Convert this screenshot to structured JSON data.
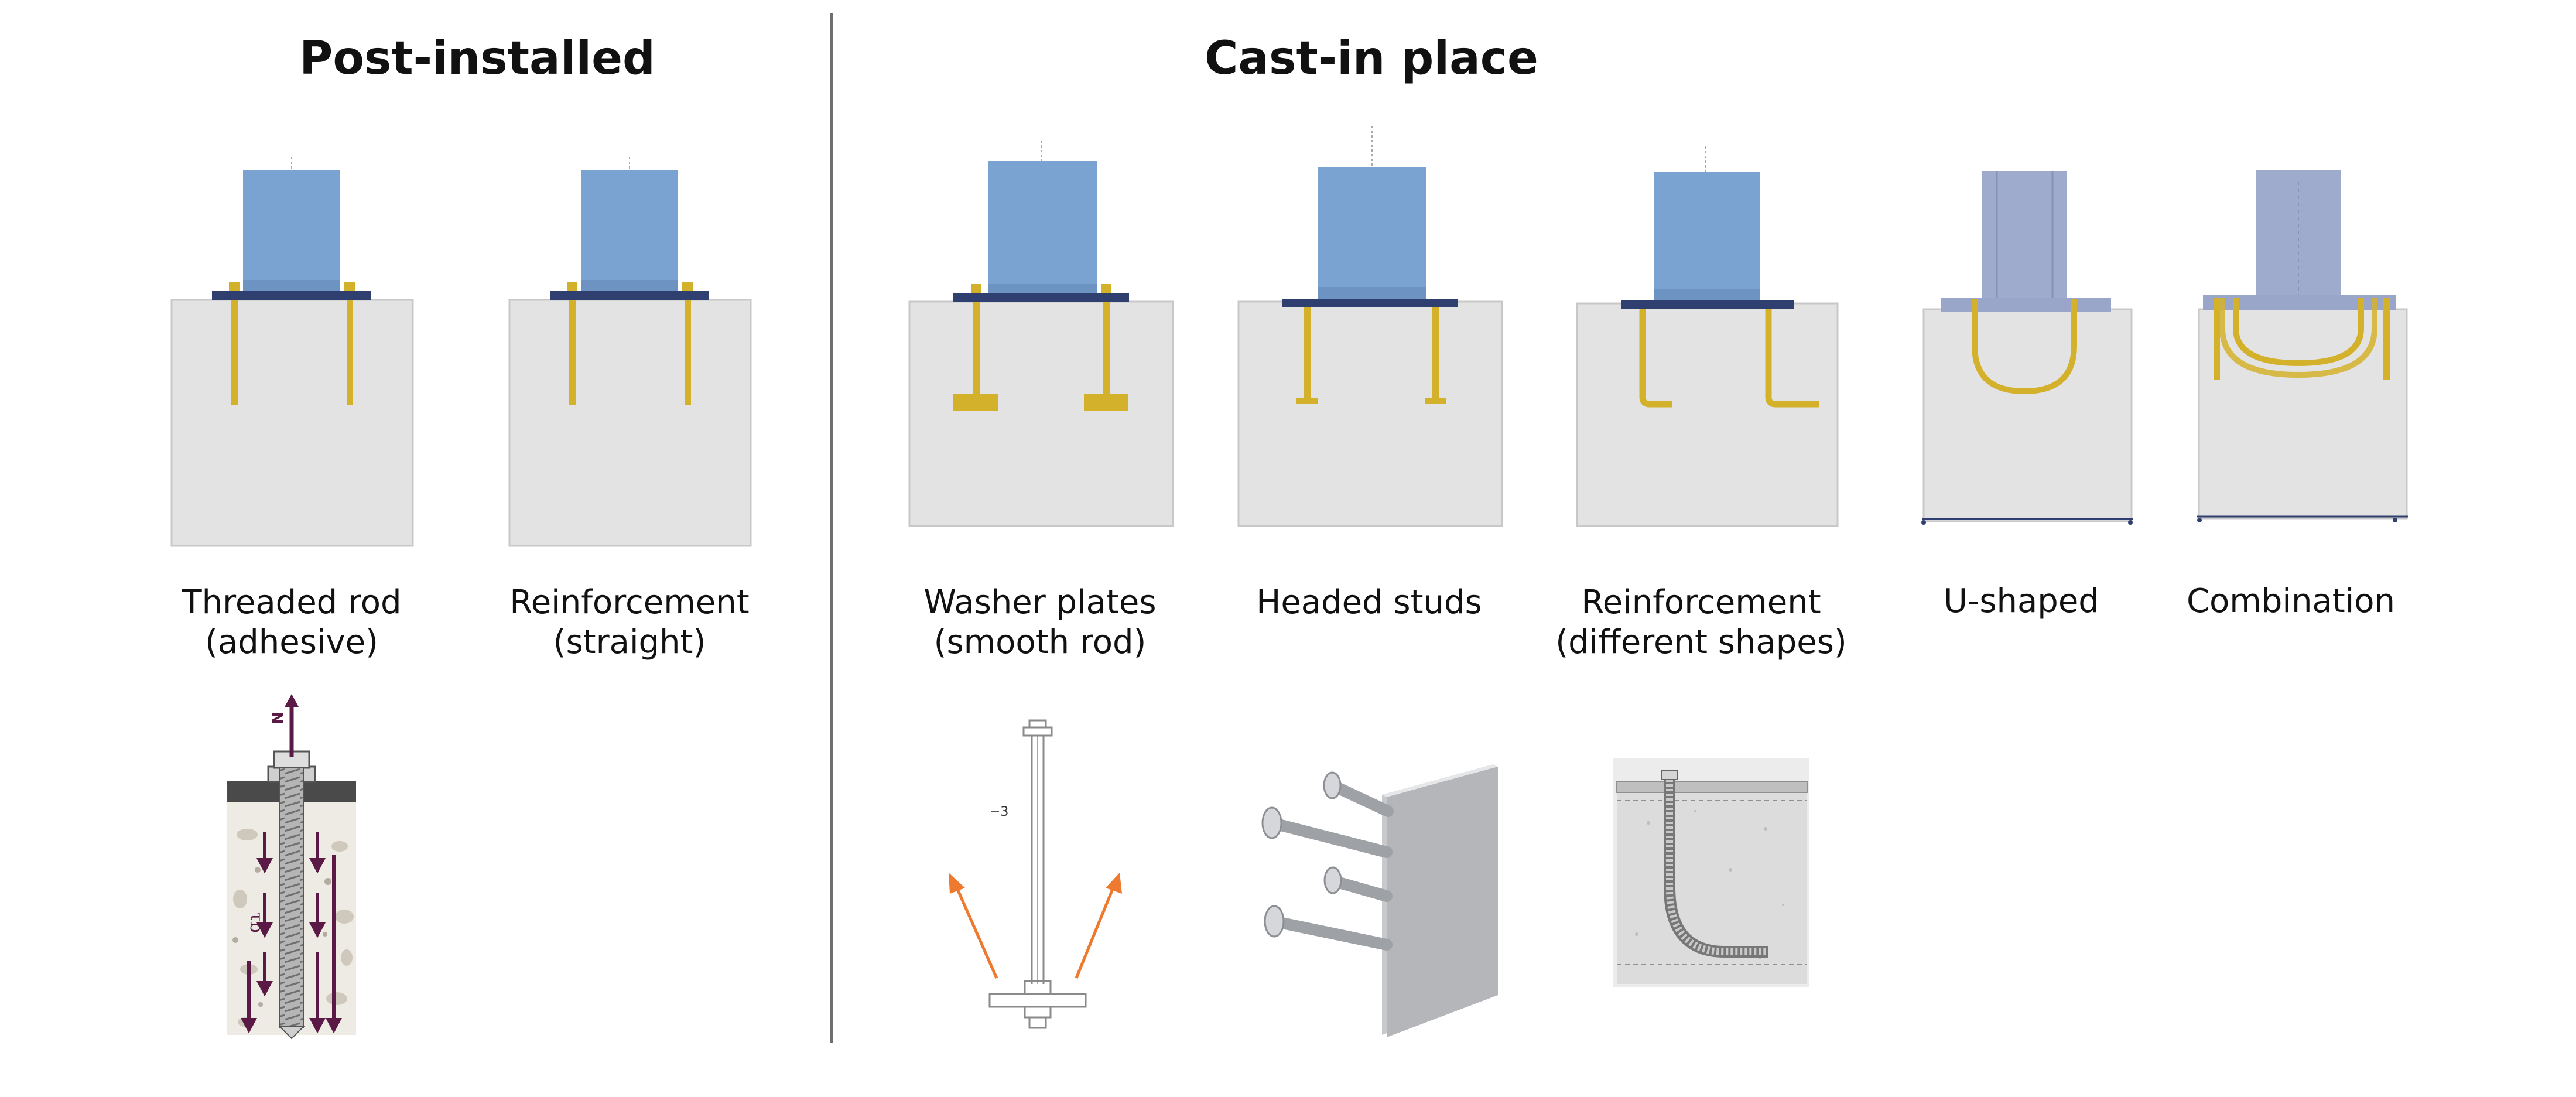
{
  "headings": {
    "post_installed": "Post-installed",
    "cast_in_place": "Cast-in place"
  },
  "types": [
    {
      "id": "threaded-rod",
      "line1": "Threaded rod",
      "line2": "(adhesive)"
    },
    {
      "id": "reinforcement-straight",
      "line1": "Reinforcement",
      "line2": "(straight)"
    },
    {
      "id": "washer-plates",
      "line1": "Washer plates",
      "line2": "(smooth rod)"
    },
    {
      "id": "headed-studs",
      "line1": "Headed studs",
      "line2": ""
    },
    {
      "id": "reinforcement-shapes",
      "line1": "Reinforcement",
      "line2": "(different shapes)"
    },
    {
      "id": "u-shaped",
      "line1": "U-shaped",
      "line2": ""
    },
    {
      "id": "combination",
      "line1": "Combination",
      "line2": ""
    }
  ],
  "details": {
    "adhesive_force_label": "N",
    "bond_stress_label": "τb",
    "washer_dim_label": "−3"
  },
  "colors": {
    "column_steel": "#7ba3d1",
    "column_steel_translucent": "#9aa6c9",
    "base_plate": "#2f3f6f",
    "anchor_gold": "#d4b12b",
    "concrete": "#e3e3e3",
    "concrete_edge": "#c8c8c8",
    "force_arrow": "#5a1a45",
    "pull_arrow": "#ee7a2f"
  }
}
